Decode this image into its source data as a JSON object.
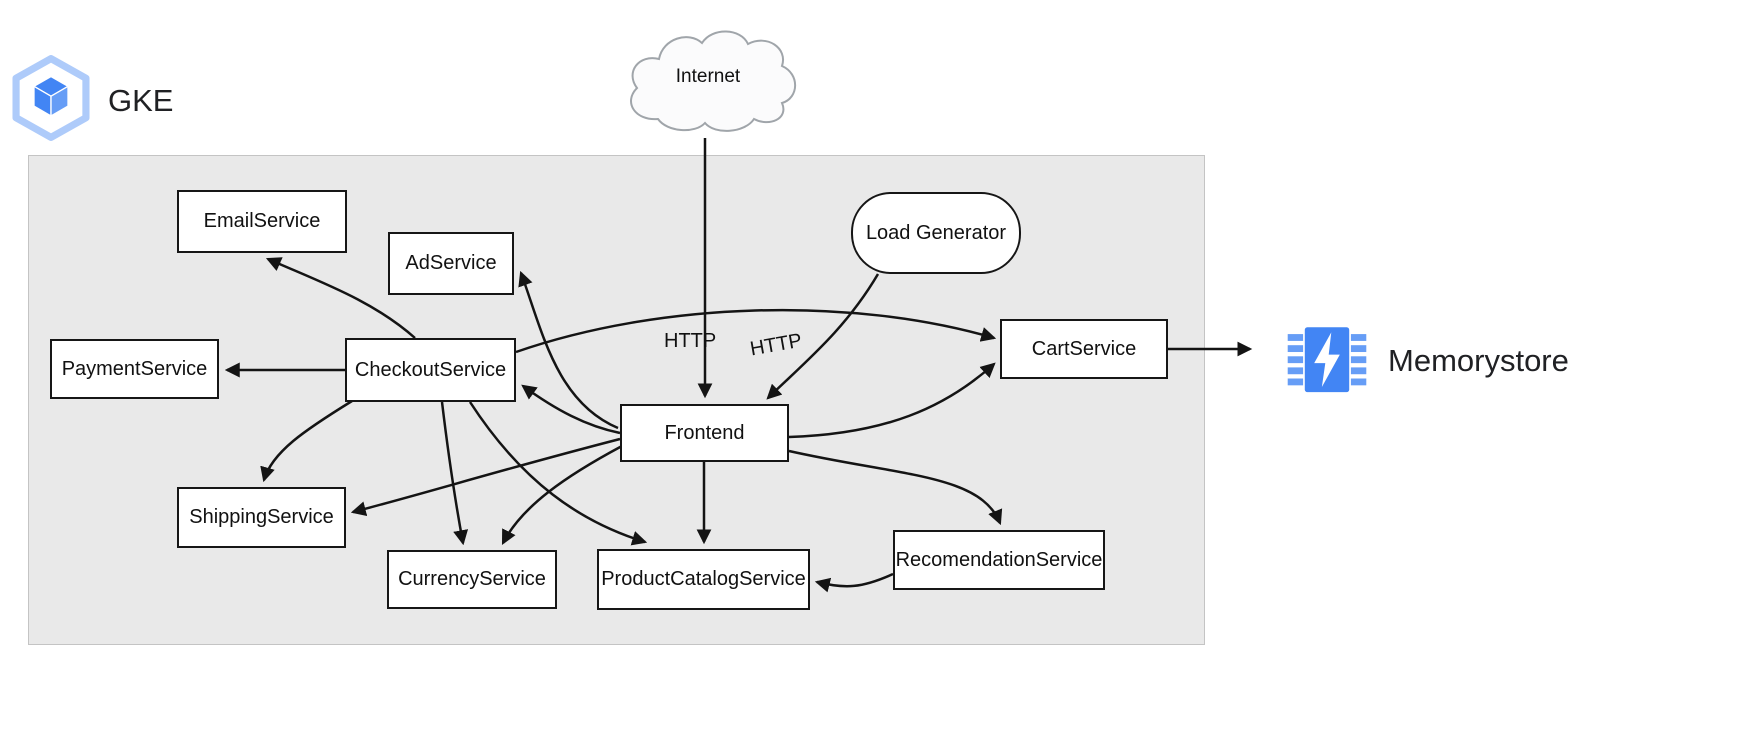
{
  "header": {
    "gke_label": "GKE",
    "internet_label": "Internet",
    "memorystore_label": "Memorystore"
  },
  "edge_labels": {
    "http_internet": "HTTP",
    "http_loadgen": "HTTP"
  },
  "nodes": {
    "email": {
      "label": "EmailService"
    },
    "ad": {
      "label": "AdService"
    },
    "payment": {
      "label": "PaymentService"
    },
    "checkout": {
      "label": "CheckoutService"
    },
    "loadgen": {
      "label": "Load Generator"
    },
    "cart": {
      "label": "CartService"
    },
    "frontend": {
      "label": "Frontend"
    },
    "shipping": {
      "label": "ShippingService"
    },
    "currency": {
      "label": "CurrencyService"
    },
    "productcatalog": {
      "label": "ProductCatalogService"
    },
    "recommendation": {
      "label": "RecomendationService"
    }
  },
  "edges": [
    {
      "from": "Internet",
      "to": "Frontend",
      "label": "HTTP"
    },
    {
      "from": "Load Generator",
      "to": "Frontend",
      "label": "HTTP"
    },
    {
      "from": "Frontend",
      "to": "CheckoutService",
      "label": ""
    },
    {
      "from": "Frontend",
      "to": "AdService",
      "label": ""
    },
    {
      "from": "Frontend",
      "to": "CartService",
      "label": ""
    },
    {
      "from": "Frontend",
      "to": "ShippingService",
      "label": ""
    },
    {
      "from": "Frontend",
      "to": "CurrencyService",
      "label": ""
    },
    {
      "from": "Frontend",
      "to": "ProductCatalogService",
      "label": ""
    },
    {
      "from": "Frontend",
      "to": "RecomendationService",
      "label": ""
    },
    {
      "from": "CheckoutService",
      "to": "PaymentService",
      "label": ""
    },
    {
      "from": "CheckoutService",
      "to": "EmailService",
      "label": ""
    },
    {
      "from": "CheckoutService",
      "to": "ShippingService",
      "label": ""
    },
    {
      "from": "CheckoutService",
      "to": "CurrencyService",
      "label": ""
    },
    {
      "from": "CheckoutService",
      "to": "ProductCatalogService",
      "label": ""
    },
    {
      "from": "CheckoutService",
      "to": "CartService",
      "label": ""
    },
    {
      "from": "CartService",
      "to": "Memorystore",
      "label": ""
    },
    {
      "from": "RecomendationService",
      "to": "ProductCatalogService",
      "label": ""
    }
  ],
  "colors": {
    "cluster_bg": "#e9e9e9",
    "node_border": "#161616",
    "arrow": "#141414",
    "gke_hexagon": "#aecbfa",
    "gke_cube": "#4285f4",
    "memorystore_main": "#4285f4",
    "memorystore_pins": "#669df6"
  }
}
